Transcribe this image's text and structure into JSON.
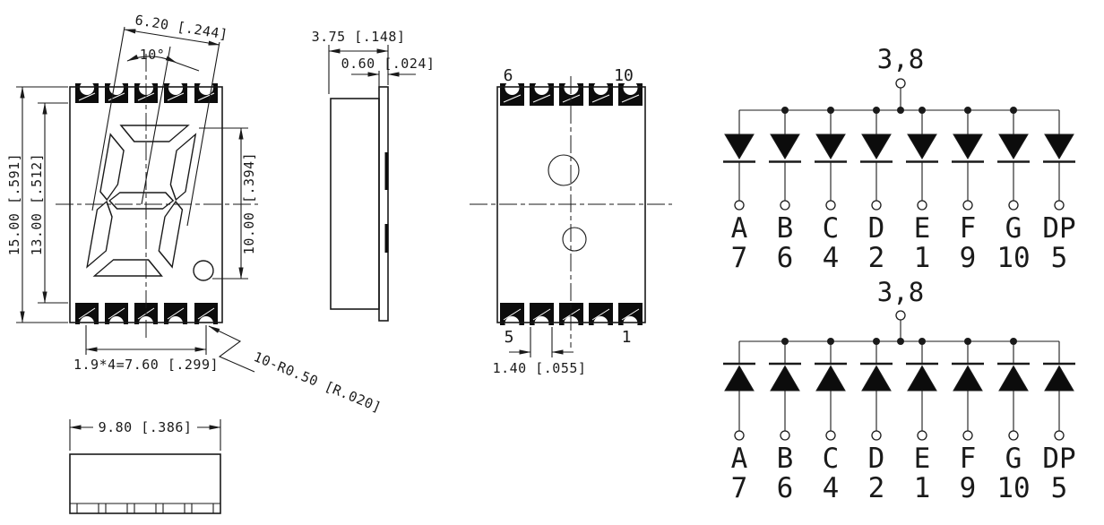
{
  "colors": {
    "line": "#1a1a1a",
    "pad_fill": "#0c0c0c",
    "background": "#ffffff"
  },
  "front_view": {
    "dim_pad_span": "6.20 [.244]",
    "dim_angle": "10°",
    "dim_height_overall": "15.00 [.591]",
    "dim_height_body": "13.00 [.512]",
    "dim_digit_height": "10.00 [.394]",
    "dim_pad_pitch": "1.9*4=7.60 [.299]",
    "note_pad_radius": "10-R0.50 [R.020]"
  },
  "side_view": {
    "dim_depth": "3.75 [.148]",
    "dim_lens": "0.60 [.024]"
  },
  "back_view": {
    "pin_top_left": "6",
    "pin_top_right": "10",
    "pin_bottom_left": "5",
    "pin_bottom_right": "1",
    "dim_pad_width": "1.40 [.055]"
  },
  "bottom_view": {
    "dim_width": "9.80 [.386]"
  },
  "circuit_top": {
    "common_label": "3,8",
    "diode_direction": "down",
    "segments": [
      "A",
      "B",
      "C",
      "D",
      "E",
      "F",
      "G",
      "DP"
    ],
    "pins": [
      "7",
      "6",
      "4",
      "2",
      "1",
      "9",
      "10",
      "5"
    ]
  },
  "circuit_bottom": {
    "common_label": "3,8",
    "diode_direction": "up",
    "segments": [
      "A",
      "B",
      "C",
      "D",
      "E",
      "F",
      "G",
      "DP"
    ],
    "pins": [
      "7",
      "6",
      "4",
      "2",
      "1",
      "9",
      "10",
      "5"
    ]
  }
}
